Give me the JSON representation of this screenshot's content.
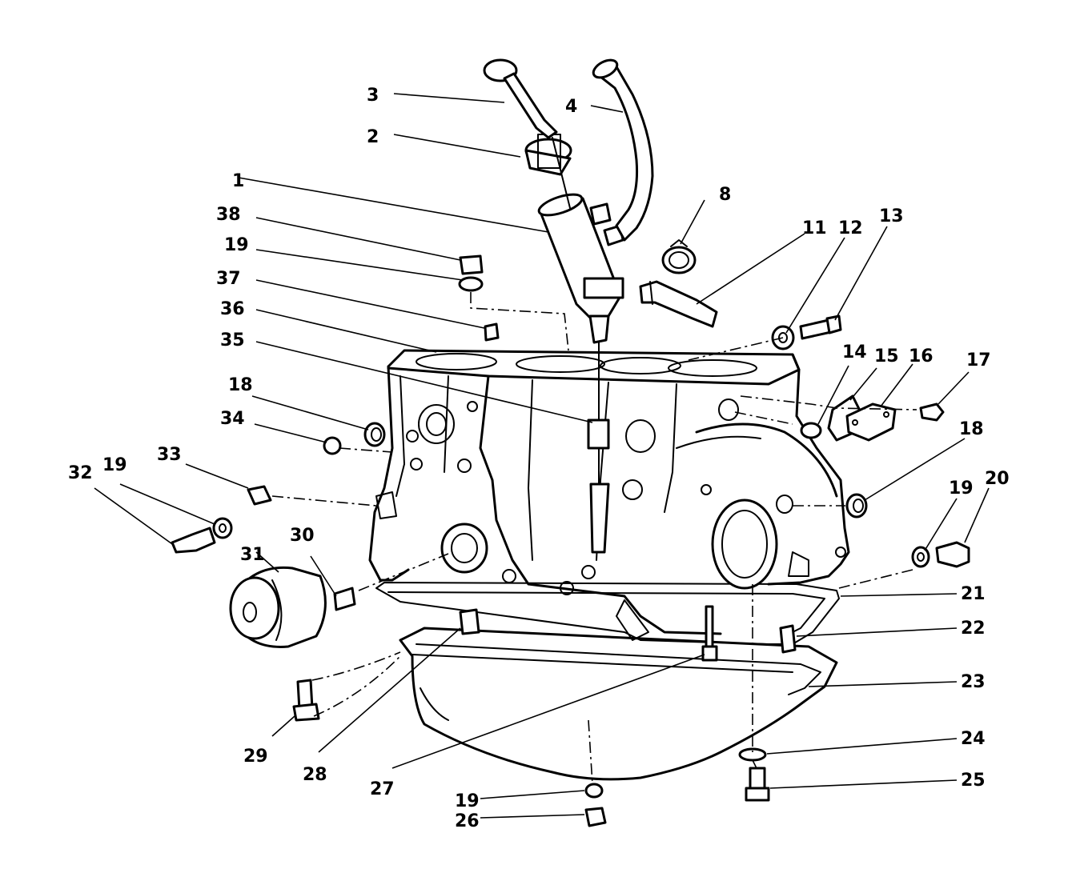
{
  "labels": [
    "1",
    "2",
    "3",
    "4",
    "8",
    "11",
    "12",
    "13",
    "14",
    "15",
    "16",
    "17",
    "18",
    "18",
    "19",
    "19",
    "19",
    "19",
    "19",
    "20",
    "21",
    "22",
    "23",
    "24",
    "25",
    "26",
    "27",
    "28",
    "29",
    "30",
    "31",
    "32",
    "33",
    "34",
    "35",
    "36",
    "37",
    "38"
  ]
}
